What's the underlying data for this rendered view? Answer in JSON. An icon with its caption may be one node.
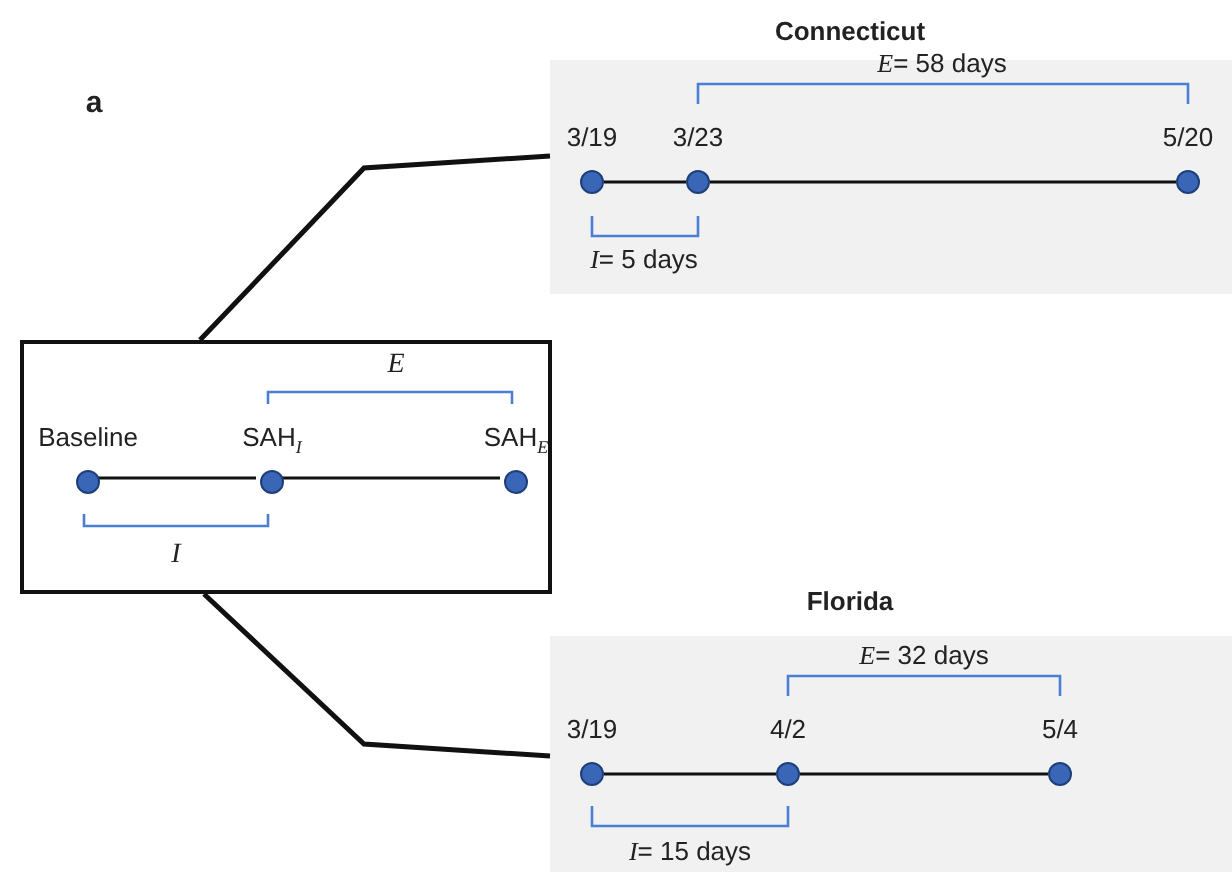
{
  "diagram": {
    "nodes": [
      {
        "text": [],
        "shape": "box"
      },
      {
        "text": [
          "Baseline"
        ],
        "in": 0
      },
      {
        "text": [
          "SAH$_{I}$"
        ],
        "in": 0
      },
      {
        "text": [
          "SAH$_{E}$"
        ],
        "in": 0
      },
      {
        "text": [
          "Connecticut"
        ]
      },
      {
        "text": [
          "3/19"
        ],
        "in": 4
      },
      {
        "text": [
          "3/23"
        ],
        "in": 4
      },
      {
        "text": [
          "5/20"
        ],
        "in": 4
      },
      {
        "text": [
          "Florida"
        ]
      },
      {
        "text": [
          "3/19"
        ],
        "in": 8
      },
      {
        "text": [
          "4/2"
        ],
        "in": 8
      },
      {
        "text": [
          "5/4"
        ],
        "in": 8
      }
    ],
    "edges": [
      {
        "from": 1,
        "to": 2,
        "arrow": "none"
      },
      {
        "from": 2,
        "to": 3,
        "arrow": "none"
      },
      {
        "from": 5,
        "to": 6,
        "arrow": "none"
      },
      {
        "from": 6,
        "to": 7,
        "arrow": "none"
      },
      {
        "from": 9,
        "to": 10,
        "arrow": "none"
      },
      {
        "from": 10,
        "to": 11,
        "arrow": "none"
      },
      {
        "from": 0,
        "to": 4,
        "arrow": "none"
      },
      {
        "from": 0,
        "to": 8,
        "arrow": "none"
      }
    ],
    "labels": [
      "a",
      "E",
      "I",
      "*E*= 58 days",
      "*I*= 5 days",
      "*E*= 32 days",
      "*I*= 15 days"
    ]
  }
}
